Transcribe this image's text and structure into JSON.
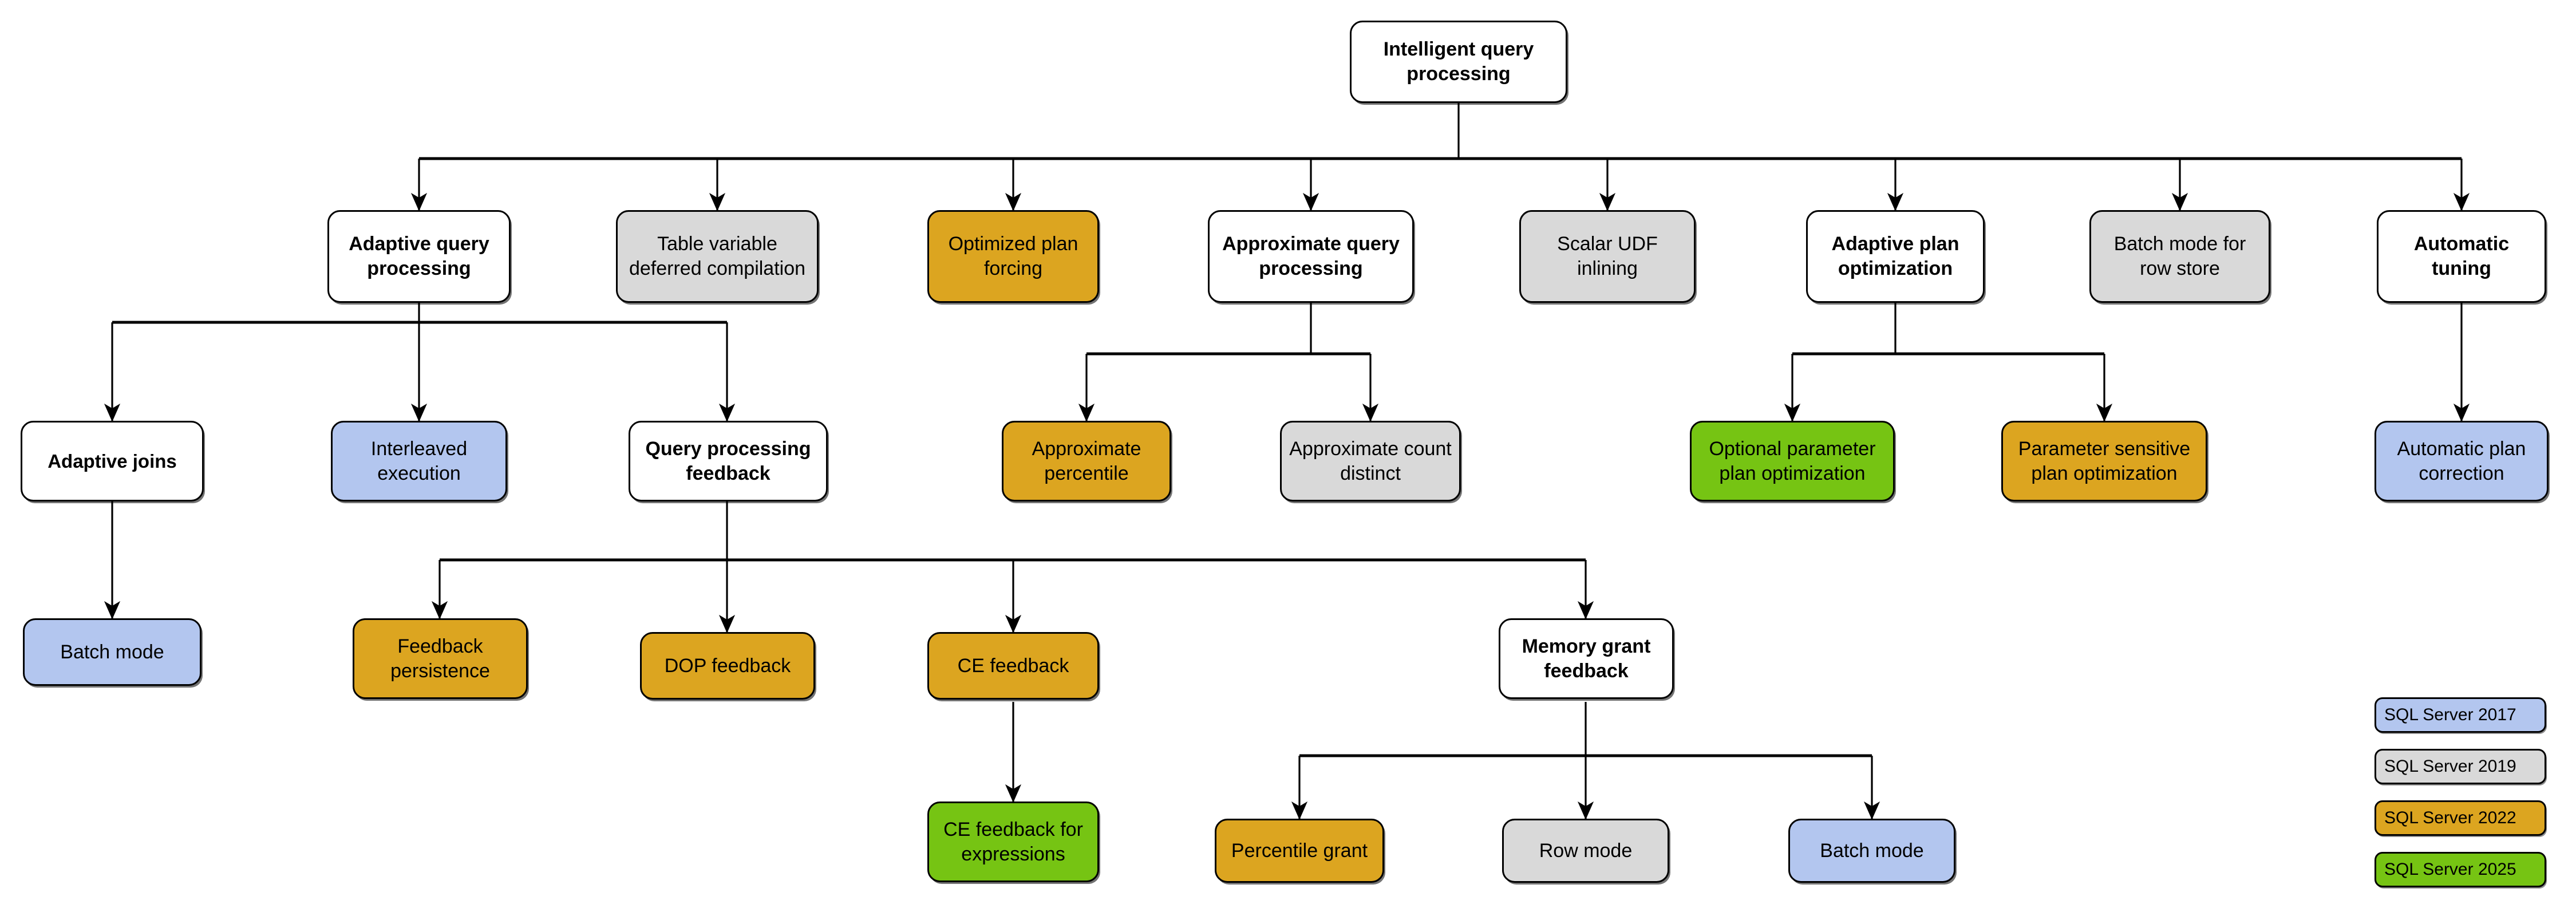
{
  "diagram": {
    "title": "Intelligent query processing",
    "type": "tree-diagram",
    "palette": {
      "white": "#ffffff",
      "gray": "#d9d9d9",
      "gold": "#dca520",
      "blue": "#b3c6ef",
      "green": "#76c413",
      "stroke": "#000000"
    },
    "nodes": {
      "root": {
        "label": "Intelligent query processing"
      },
      "adaptive_query_processing": {
        "label": "Adaptive query processing"
      },
      "table_variable_deferred_compilation": {
        "label": "Table variable deferred compilation"
      },
      "optimized_plan_forcing": {
        "label": "Optimized plan forcing"
      },
      "approximate_query_processing": {
        "label": "Approximate query processing"
      },
      "scalar_udf_inlining": {
        "label": "Scalar UDF inlining"
      },
      "adaptive_plan_optimization": {
        "label": "Adaptive plan optimization"
      },
      "batch_mode_for_row_store": {
        "label": "Batch mode for row store"
      },
      "automatic_tuning": {
        "label": "Automatic tuning"
      },
      "adaptive_joins": {
        "label": "Adaptive joins"
      },
      "interleaved_execution": {
        "label": "Interleaved execution"
      },
      "query_processing_feedback": {
        "label": "Query processing feedback"
      },
      "approximate_percentile": {
        "label": "Approximate percentile"
      },
      "approximate_count_distinct": {
        "label": "Approximate count distinct"
      },
      "optional_parameter_plan_optimization": {
        "label": "Optional parameter plan optimization"
      },
      "parameter_sensitive_plan_optimization": {
        "label": "Parameter sensitive plan optimization"
      },
      "automatic_plan_correction": {
        "label": "Automatic plan correction"
      },
      "batch_mode_adaptive_joins": {
        "label": "Batch mode"
      },
      "feedback_persistence": {
        "label": "Feedback persistence"
      },
      "dop_feedback": {
        "label": "DOP feedback"
      },
      "ce_feedback": {
        "label": "CE feedback"
      },
      "memory_grant_feedback": {
        "label": "Memory grant feedback"
      },
      "ce_feedback_for_expressions": {
        "label": "CE feedback for expressions"
      },
      "percentile_grant": {
        "label": "Percentile grant"
      },
      "row_mode": {
        "label": "Row mode"
      },
      "batch_mode_memory_grant": {
        "label": "Batch mode"
      }
    },
    "legend": {
      "items": [
        {
          "label": "SQL Server 2017",
          "color": "#b3c6ef"
        },
        {
          "label": "SQL Server 2019",
          "color": "#d9d9d9"
        },
        {
          "label": "SQL Server 2022",
          "color": "#dca520"
        },
        {
          "label": "SQL Server 2025",
          "color": "#76c413"
        }
      ]
    }
  }
}
